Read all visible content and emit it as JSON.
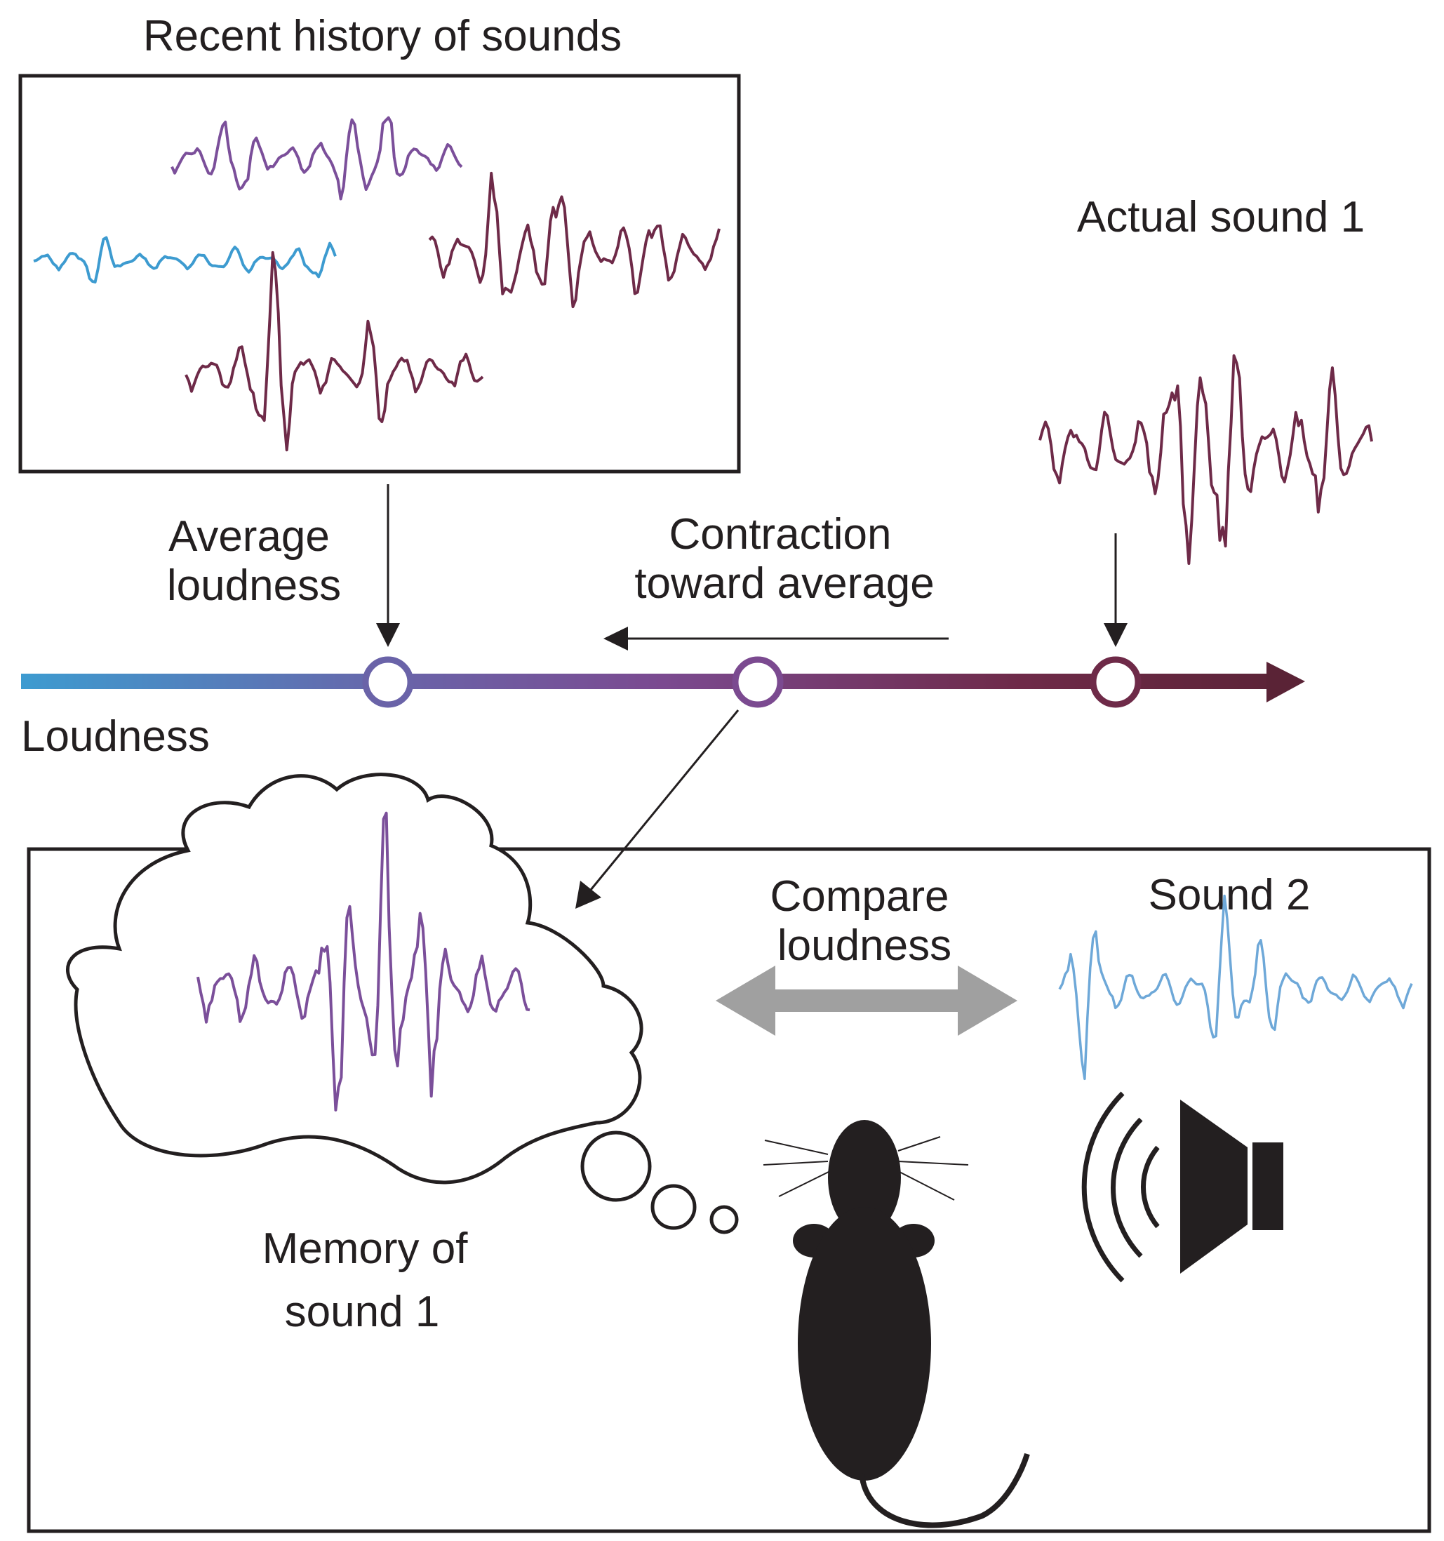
{
  "history": {
    "title": "Recent history of sounds"
  },
  "average": {
    "line1": "Average",
    "line2": "loudness"
  },
  "contraction": {
    "line1": "Contraction",
    "line2": "toward average"
  },
  "actual": {
    "label": "Actual sound 1"
  },
  "axis": {
    "label": "Loudness"
  },
  "compare": {
    "line1": "Compare",
    "line2": "loudness"
  },
  "sound2": {
    "label": "Sound 2"
  },
  "memory": {
    "line1": "Memory of",
    "line2": "sound 1"
  },
  "colors": {
    "quiet": "#3d9bd0",
    "medium": "#7b4f9a",
    "loud": "#6e2a48",
    "sound2": "#6ea8d8",
    "ink": "#231f20",
    "compare_arrow": "#a0a0a0"
  }
}
